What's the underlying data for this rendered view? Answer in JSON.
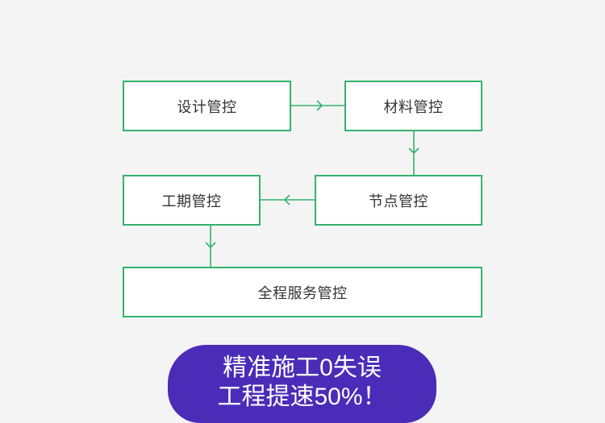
{
  "flow": {
    "design": "设计管控",
    "material": "材料管控",
    "milestone": "节点管控",
    "schedule": "工期管控",
    "full_service": "全程服务管控"
  },
  "banner": {
    "line1": "精准施工0失误",
    "line2": "工程提速50%！"
  },
  "colors": {
    "accent": "#33b36b",
    "banner": "#4a2cb8",
    "background": "#f4f4f4"
  }
}
